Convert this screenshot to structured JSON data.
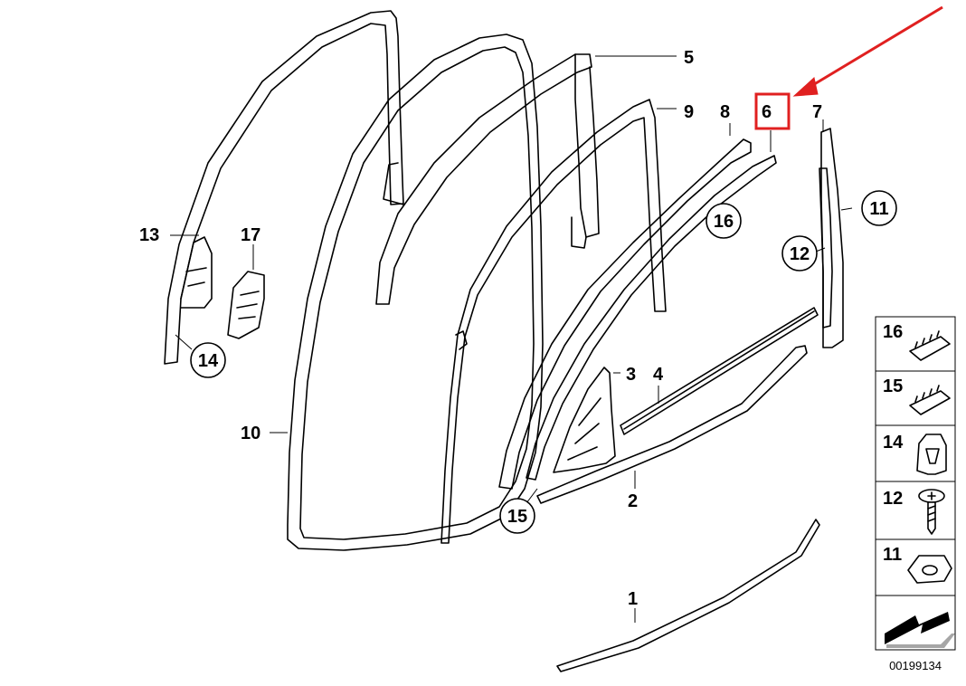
{
  "diagram": {
    "labels": {
      "p1": "1",
      "p2": "2",
      "p3": "3",
      "p4": "4",
      "p5": "5",
      "p6": "6",
      "p7": "7",
      "p8": "8",
      "p9": "9",
      "p10": "10",
      "p13": "13",
      "p17": "17"
    },
    "callouts": {
      "c11": "11",
      "c12": "12",
      "c14": "14",
      "c15": "15",
      "c16": "16"
    },
    "legend": [
      "16",
      "15",
      "14",
      "12",
      "11"
    ],
    "diagram_id": "00199134",
    "highlight_color": "#e02020"
  }
}
